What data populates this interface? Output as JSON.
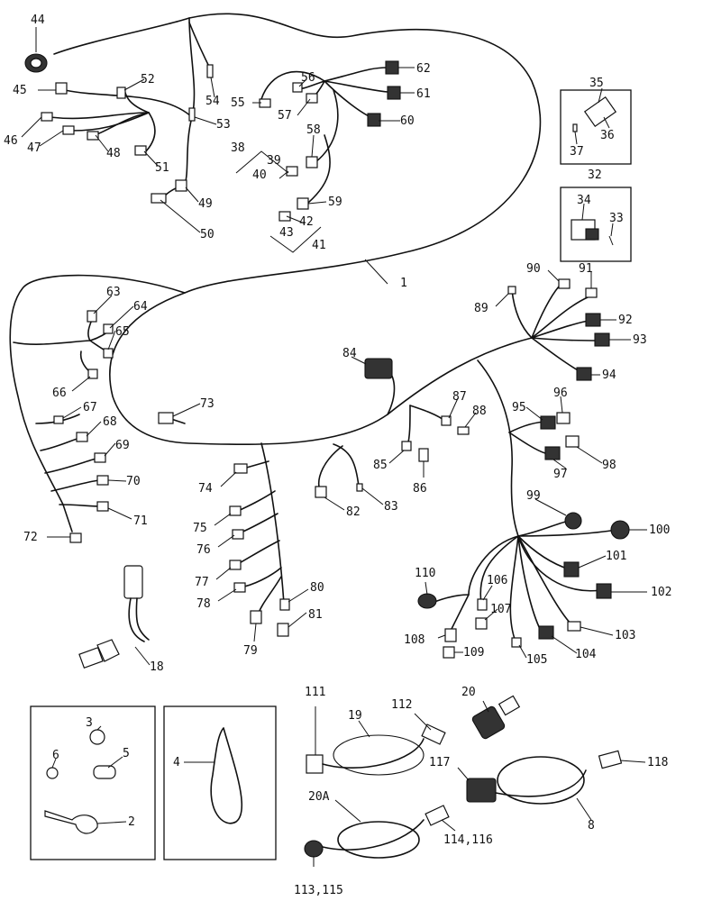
{
  "callouts": {
    "c1": "1",
    "c2": "2",
    "c3": "3",
    "c4": "4",
    "c5": "5",
    "c6": "6",
    "c8": "8",
    "c18": "18",
    "c19": "19",
    "c20": "20",
    "c20a": "20A",
    "c32": "32",
    "c33": "33",
    "c34": "34",
    "c35": "35",
    "c36": "36",
    "c37": "37",
    "c38": "38",
    "c39": "39",
    "c40": "40",
    "c41": "41",
    "c42": "42",
    "c43": "43",
    "c44": "44",
    "c45": "45",
    "c46": "46",
    "c47": "47",
    "c48": "48",
    "c49": "49",
    "c50": "50",
    "c51": "51",
    "c52": "52",
    "c53": "53",
    "c54": "54",
    "c55": "55",
    "c56": "56",
    "c57": "57",
    "c58": "58",
    "c59": "59",
    "c60": "60",
    "c61": "61",
    "c62": "62",
    "c63": "63",
    "c64": "64",
    "c65": "65",
    "c66": "66",
    "c67": "67",
    "c68": "68",
    "c69": "69",
    "c70": "70",
    "c71": "71",
    "c72": "72",
    "c73": "73",
    "c74": "74",
    "c75": "75",
    "c76": "76",
    "c77": "77",
    "c78": "78",
    "c79": "79",
    "c80": "80",
    "c81": "81",
    "c82": "82",
    "c83": "83",
    "c84": "84",
    "c85": "85",
    "c86": "86",
    "c87": "87",
    "c88": "88",
    "c89": "89",
    "c90": "90",
    "c91": "91",
    "c92": "92",
    "c93": "93",
    "c94": "94",
    "c95": "95",
    "c96": "96",
    "c97": "97",
    "c98": "98",
    "c99": "99",
    "c100": "100",
    "c101": "101",
    "c102": "102",
    "c103": "103",
    "c104": "104",
    "c105": "105",
    "c106": "106",
    "c107": "107",
    "c108": "108",
    "c109": "109",
    "c110": "110",
    "c111": "111",
    "c112": "112",
    "c113_115": "113,115",
    "c114_116": "114,116",
    "c117": "117",
    "c118": "118"
  }
}
